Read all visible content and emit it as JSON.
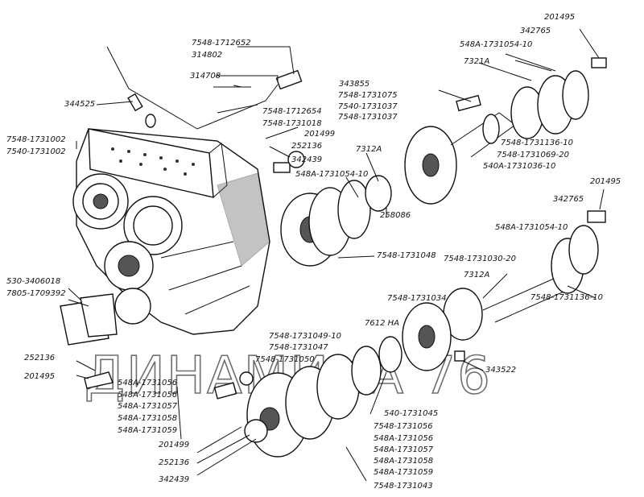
{
  "watermark": "ДИНАМИКА 76",
  "labels": [
    "201495",
    "342765",
    "548А-1731054-10",
    "7321А",
    "7548-1712652",
    "314802",
    "314708",
    "343855",
    "7548-1731075",
    "7540-1731037",
    "7548-1731037",
    "344525",
    "7548-1712654",
    "7548-1731018",
    "7548-1731002",
    "7540-1731002",
    "201499",
    "252136",
    "342439",
    "7312А",
    "548А-1731054-10",
    "258086",
    "7548-1731136-10",
    "7548-1731069-20",
    "540А-1731036-10",
    "201495",
    "342765",
    "548А-1731054-10",
    "7548-1731048",
    "7548-1731030-20",
    "7312А",
    "530-3406018",
    "7805-1709392",
    "7548-1731034",
    "7548-1731136-10",
    "7612 НА",
    "7548-1731049-10",
    "7548-1731047",
    "7548-1731050",
    "252136",
    "201495",
    "548А-1731056",
    "548А-1731056",
    "548А-1731057",
    "548А-1731058",
    "548А-1731059",
    "343522",
    "540-1731045",
    "7548-1731056",
    "548А-1731056",
    "548А-1731057",
    "548А-1731058",
    "548А-1731059",
    "201499",
    "252136",
    "342439",
    "7548-1731043"
  ]
}
